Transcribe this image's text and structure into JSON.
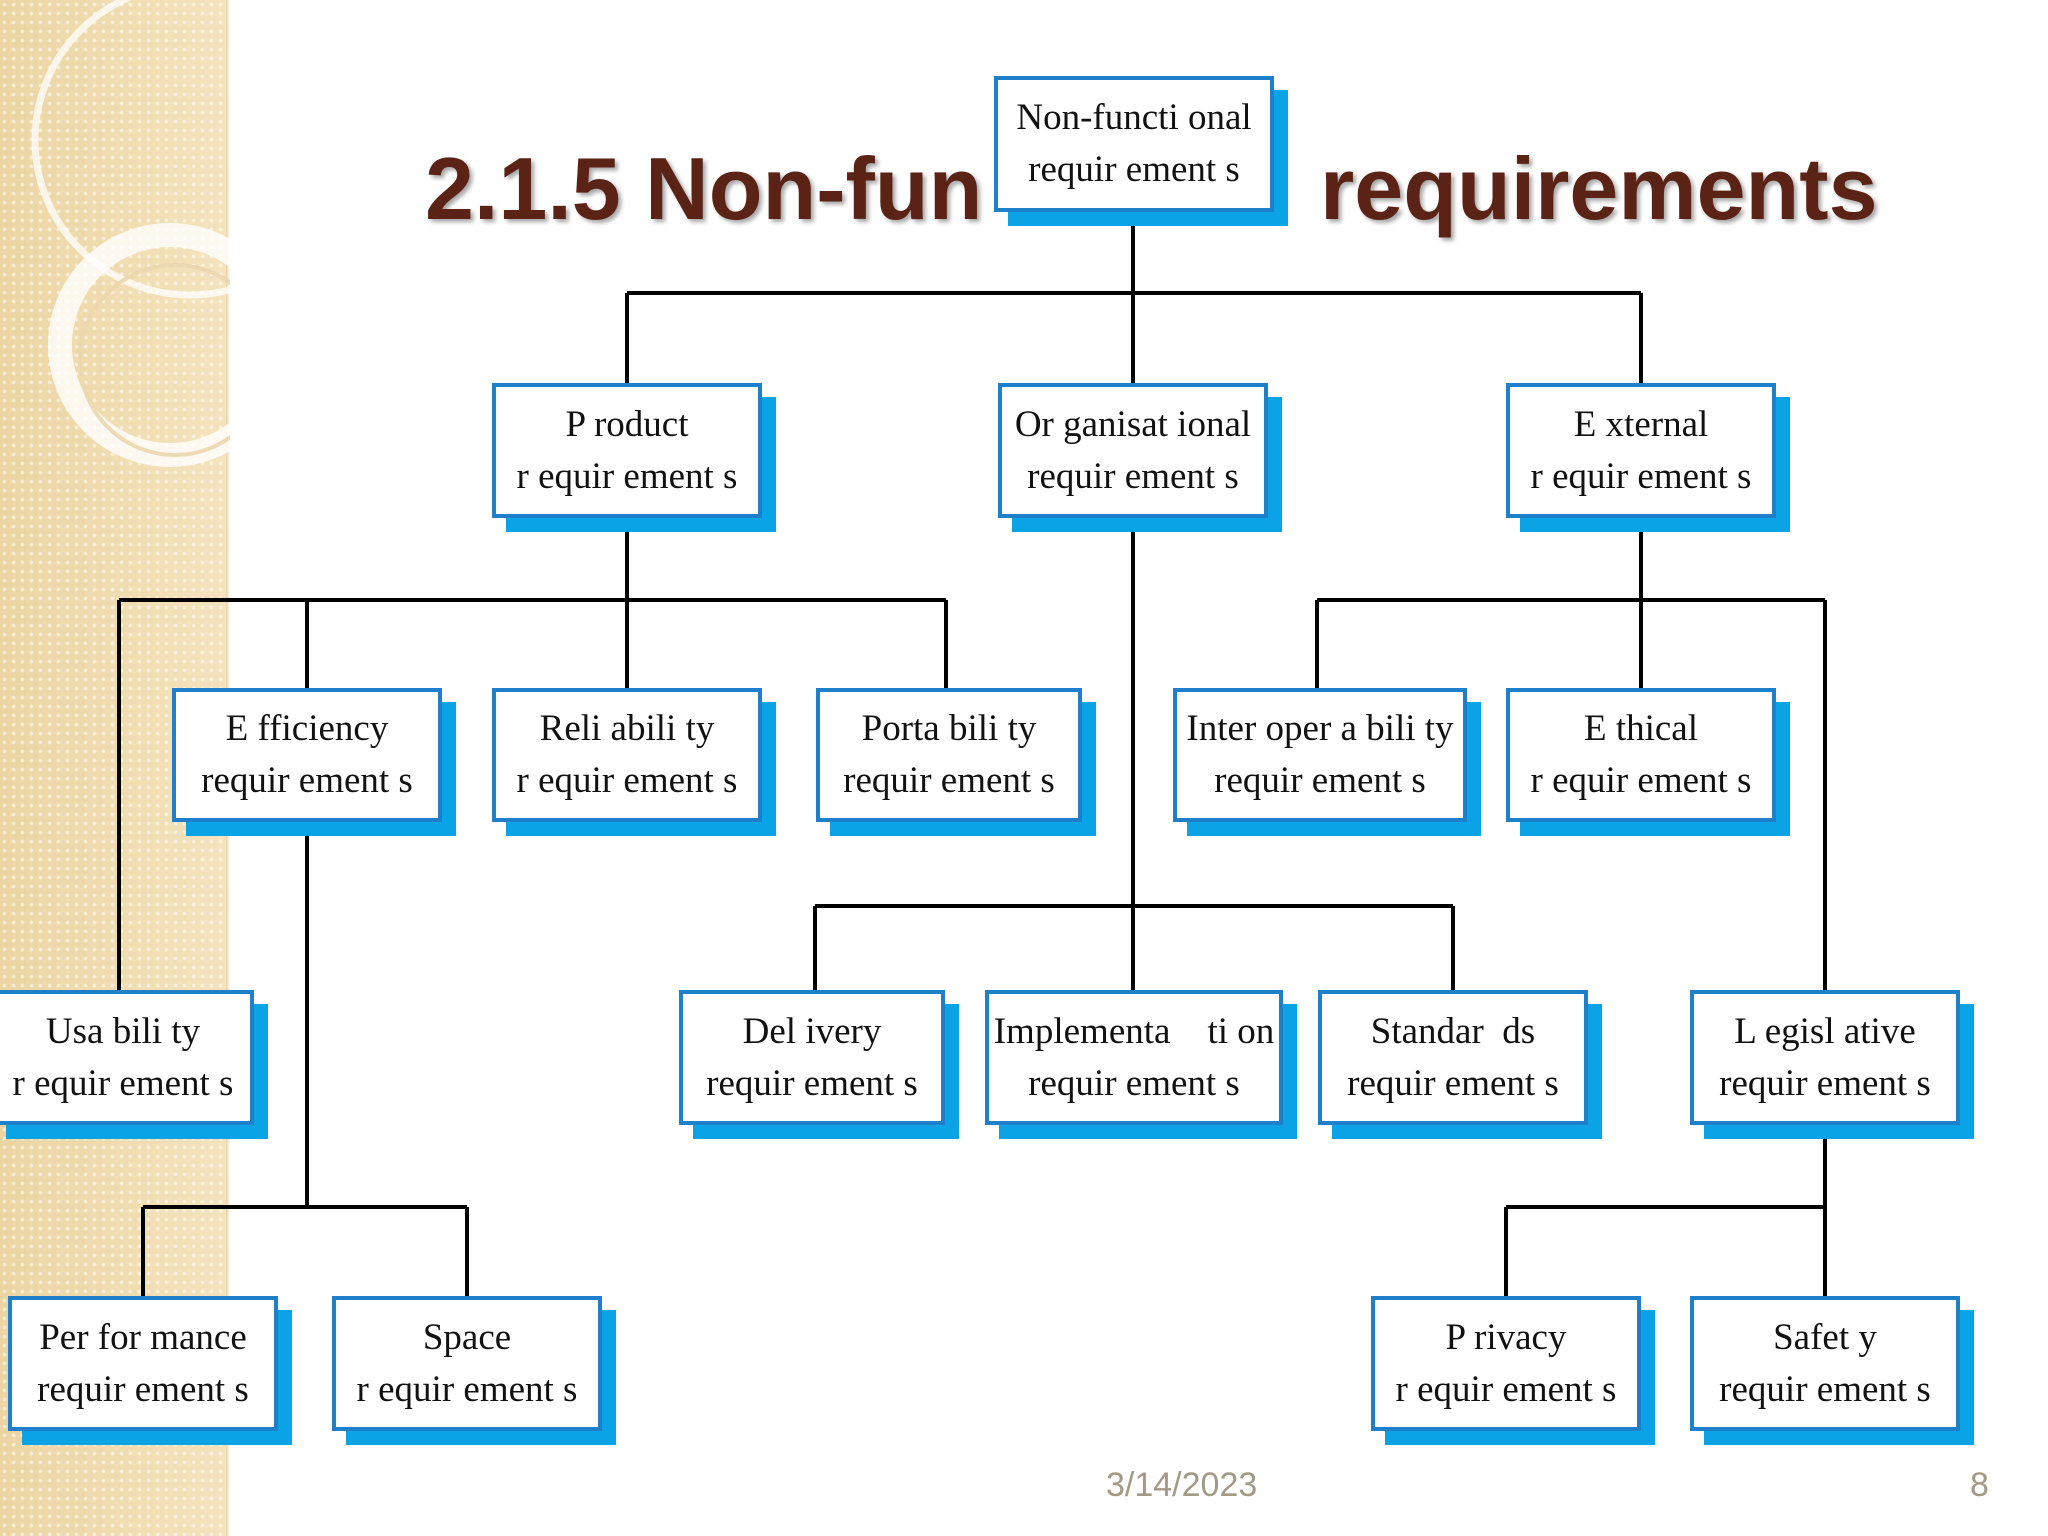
{
  "slide": {
    "title_part_1": "2.1.5 Non-fun",
    "title_part_2": "requirements",
    "date": "3/14/2023",
    "page_number": "8"
  },
  "colors": {
    "title": "#5b2316",
    "box_border": "#1e7fcb",
    "box_shadow": "#0aa3e6",
    "connector": "#000000",
    "sidebar": "#f0ddb2"
  },
  "diagram": {
    "root": {
      "line1": "Non-functi onal",
      "line2": "requir ement s"
    },
    "product": {
      "line1": "P roduct",
      "line2": "r equir ement s"
    },
    "organisational": {
      "line1": "Or ganisat ional",
      "line2": "requir ement s"
    },
    "external": {
      "line1": "E xternal",
      "line2": "r equir ement s"
    },
    "efficiency": {
      "line1": "E fficiency",
      "line2": "requir ement s"
    },
    "reliability": {
      "line1": "Reli abili ty",
      "line2": "r equir ement s"
    },
    "portability": {
      "line1": "Porta bili ty",
      "line2": "requir ement s"
    },
    "interoperability": {
      "line1": "Inter oper a bili ty",
      "line2": "requir ement s"
    },
    "ethical": {
      "line1": "E thical",
      "line2": "r equir ement s"
    },
    "usability": {
      "line1": "Usa bili ty",
      "line2": "r equir ement s"
    },
    "delivery": {
      "line1": "Del ivery",
      "line2": "requir ement s"
    },
    "implementation": {
      "line1": "Implementa    ti on",
      "line2": "requir ement s"
    },
    "standards": {
      "line1": "Standar  ds",
      "line2": "requir ement s"
    },
    "legislative": {
      "line1": "L egisl ative",
      "line2": "requir ement s"
    },
    "performance": {
      "line1": "Per for mance",
      "line2": "requir ement s"
    },
    "space": {
      "line1": "Space",
      "line2": "r equir ement s"
    },
    "privacy": {
      "line1": "P rivacy",
      "line2": "r equir ement s"
    },
    "safety": {
      "line1": "Safet y",
      "line2": "requir ement s"
    }
  }
}
